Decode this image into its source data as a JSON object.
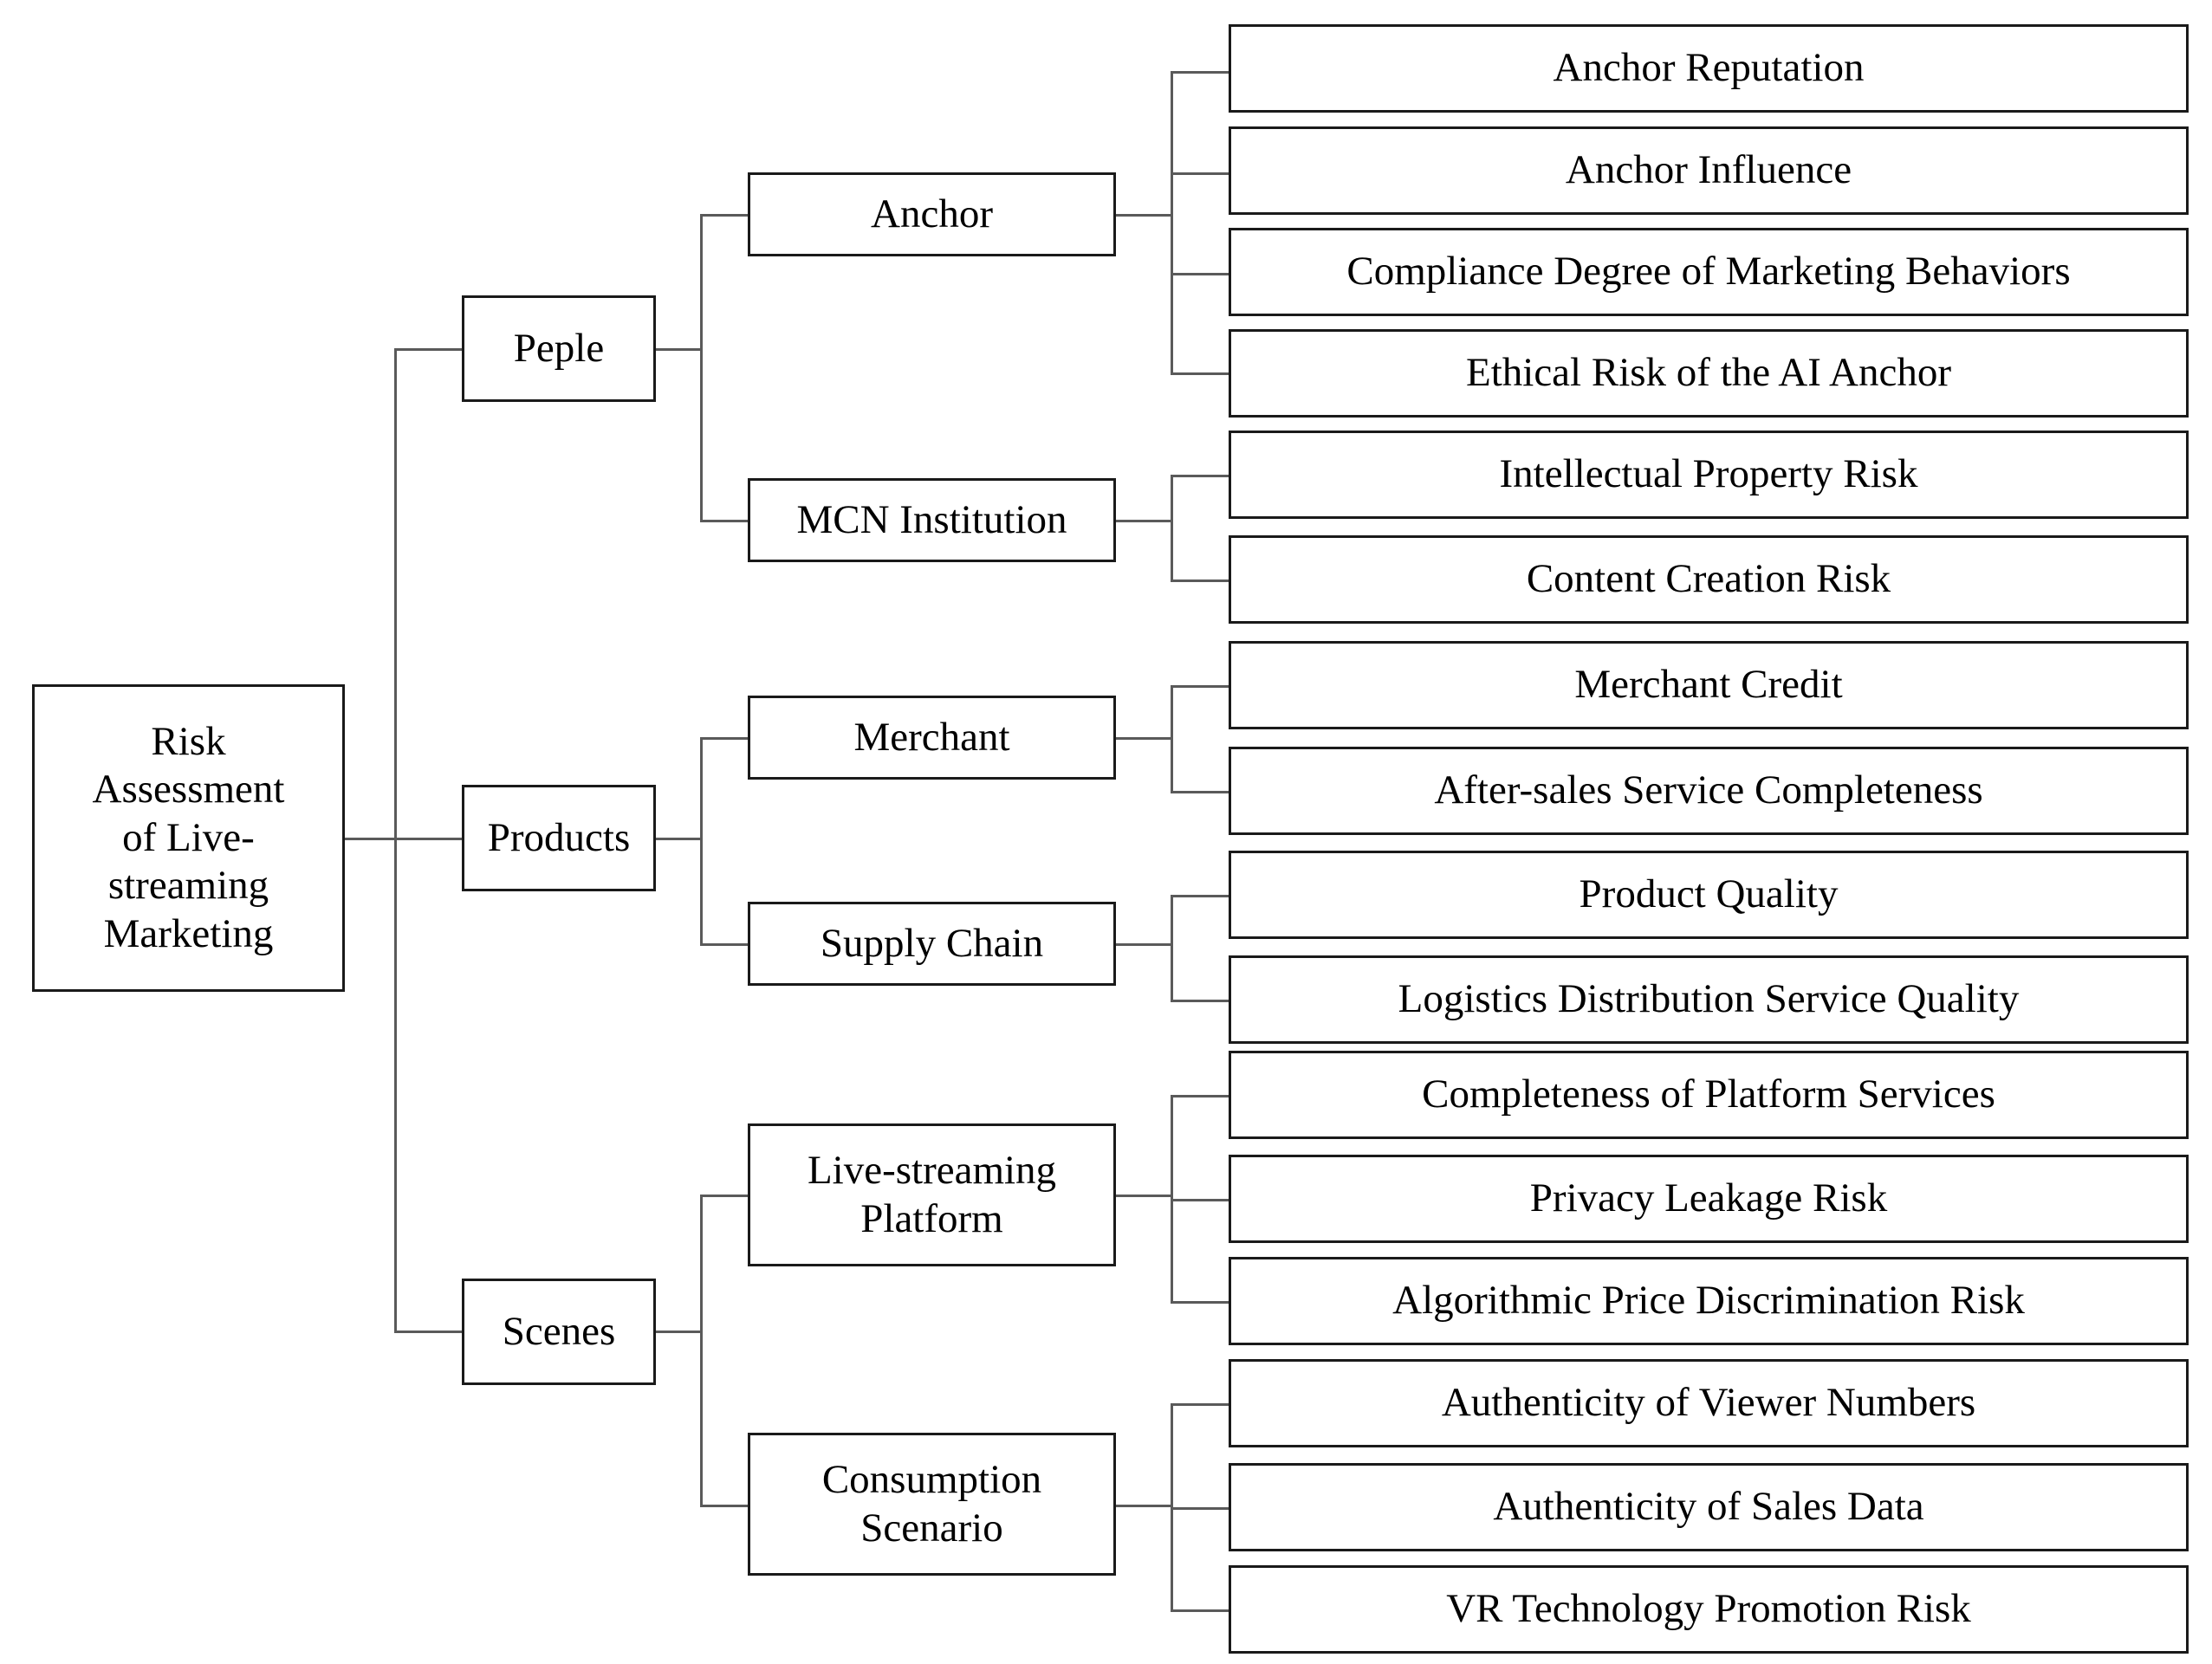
{
  "diagram": {
    "title_node": "Risk\nAssessment\nof Live-\nstreaming\nMarketing",
    "type": "hierarchy-tree",
    "levels": 4,
    "line_color": "#5a5a5a",
    "box_border_color": "#1a1a1a",
    "background": "#ffffff"
  },
  "root": {
    "label": "Risk\nAssessment\nof Live-\nstreaming\nMarketing"
  },
  "level1": [
    {
      "label": "Peple"
    },
    {
      "label": "Products"
    },
    {
      "label": "Scenes"
    }
  ],
  "level2": [
    {
      "label": "Anchor"
    },
    {
      "label": "MCN  Institution"
    },
    {
      "label": "Merchant"
    },
    {
      "label": "Supply  Chain"
    },
    {
      "label": "Live-streaming\nPlatform"
    },
    {
      "label": "Consumption\nScenario"
    }
  ],
  "leaves": [
    {
      "label": "Anchor Reputation"
    },
    {
      "label": "Anchor Influence"
    },
    {
      "label": "Compliance  Degree of Marketing  Behaviors"
    },
    {
      "label": "Ethical Risk of  the AI Anchor"
    },
    {
      "label": "Intellectual Property Risk"
    },
    {
      "label": "Content Creation Risk"
    },
    {
      "label": "Merchant Credit"
    },
    {
      "label": "After-sales Service  Completeness"
    },
    {
      "label": "Product Quality"
    },
    {
      "label": "Logistics  Distribution  Service  Quality"
    },
    {
      "label": "Completeness  of Platform  Services"
    },
    {
      "label": "Privacy Leakage Risk"
    },
    {
      "label": "Algorithmic Price Discrimination Risk"
    },
    {
      "label": "Authenticity of Viewer  Numbers"
    },
    {
      "label": "Authenticity of Sales  Data"
    },
    {
      "label": "VR Technology Promotion Risk"
    }
  ],
  "structure": {
    "Peple": [
      "Anchor",
      "MCN  Institution"
    ],
    "Products": [
      "Merchant",
      "Supply  Chain"
    ],
    "Scenes": [
      "Live-streaming Platform",
      "Consumption Scenario"
    ],
    "Anchor": [
      "Anchor Reputation",
      "Anchor Influence",
      "Compliance  Degree of Marketing  Behaviors",
      "Ethical Risk of  the AI Anchor"
    ],
    "MCN  Institution": [
      "Intellectual Property Risk",
      "Content Creation Risk"
    ],
    "Merchant": [
      "Merchant Credit",
      "After-sales Service  Completeness"
    ],
    "Supply  Chain": [
      "Product Quality",
      "Logistics  Distribution  Service  Quality"
    ],
    "Live-streaming Platform": [
      "Completeness  of Platform  Services",
      "Privacy Leakage Risk",
      "Algorithmic Price Discrimination Risk"
    ],
    "Consumption Scenario": [
      "Authenticity of Viewer  Numbers",
      "Authenticity of Sales  Data",
      "VR Technology Promotion Risk"
    ]
  }
}
